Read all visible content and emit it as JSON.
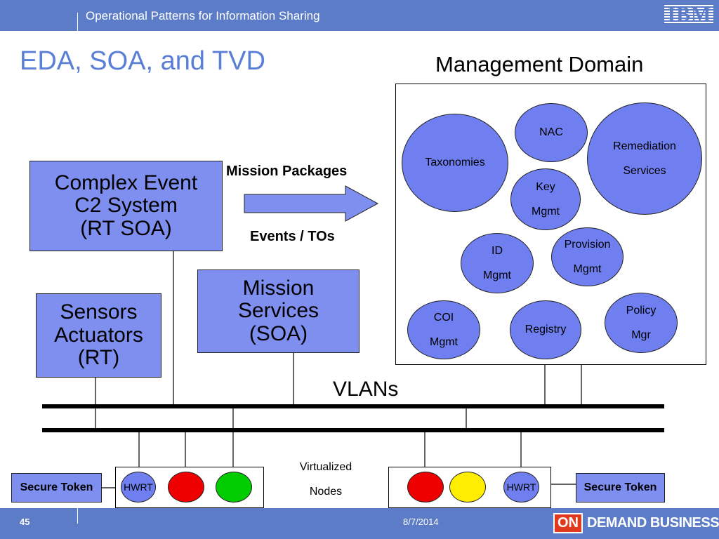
{
  "header": {
    "title": "Operational Patterns for Information Sharing",
    "logo": "IBM"
  },
  "slide": {
    "title": "EDA, SOA, and TVD"
  },
  "management": {
    "title": "Management Domain",
    "services": [
      {
        "name": "taxonomies",
        "label": "Taxonomies"
      },
      {
        "name": "nac",
        "label": "NAC"
      },
      {
        "name": "remediation-services",
        "label": "Remediation\nServices"
      },
      {
        "name": "key-mgmt",
        "label": "Key\nMgmt"
      },
      {
        "name": "id-mgmt",
        "label": "ID\nMgmt"
      },
      {
        "name": "provision-mgmt",
        "label": "Provision\nMgmt"
      },
      {
        "name": "coi-mgmt",
        "label": "COI\nMgmt"
      },
      {
        "name": "registry",
        "label": "Registry"
      },
      {
        "name": "policy-mgr",
        "label": "Policy\nMgr"
      }
    ]
  },
  "systems": {
    "complex_event": "Complex Event\nC2 System\n(RT SOA)",
    "mission_services": "Mission\nServices\n(SOA)",
    "sensors": "Sensors\nActuators\n(RT)"
  },
  "arrow": {
    "top_label": "Mission Packages",
    "bottom_label": "Events / TOs"
  },
  "network": {
    "vlans_label": "VLANs",
    "virtualized_label": "Virtualized\nNodes"
  },
  "nodes": {
    "left": {
      "token": "Secure Token",
      "hwrt": "HWRT",
      "lights": [
        "#ee0000",
        "#00cc00"
      ]
    },
    "right": {
      "token": "Secure Token",
      "hwrt": "HWRT",
      "lights": [
        "#ee0000",
        "#ffee00"
      ]
    }
  },
  "colors": {
    "box": "#7f8ff0",
    "circle": "#6f7ff0",
    "accent": "#5c7cc8",
    "title": "#5a7fd6"
  },
  "footer": {
    "page": "45",
    "date": "8/7/2014",
    "brand_on": "ON",
    "brand_text": "DEMAND BUSINESS™"
  }
}
